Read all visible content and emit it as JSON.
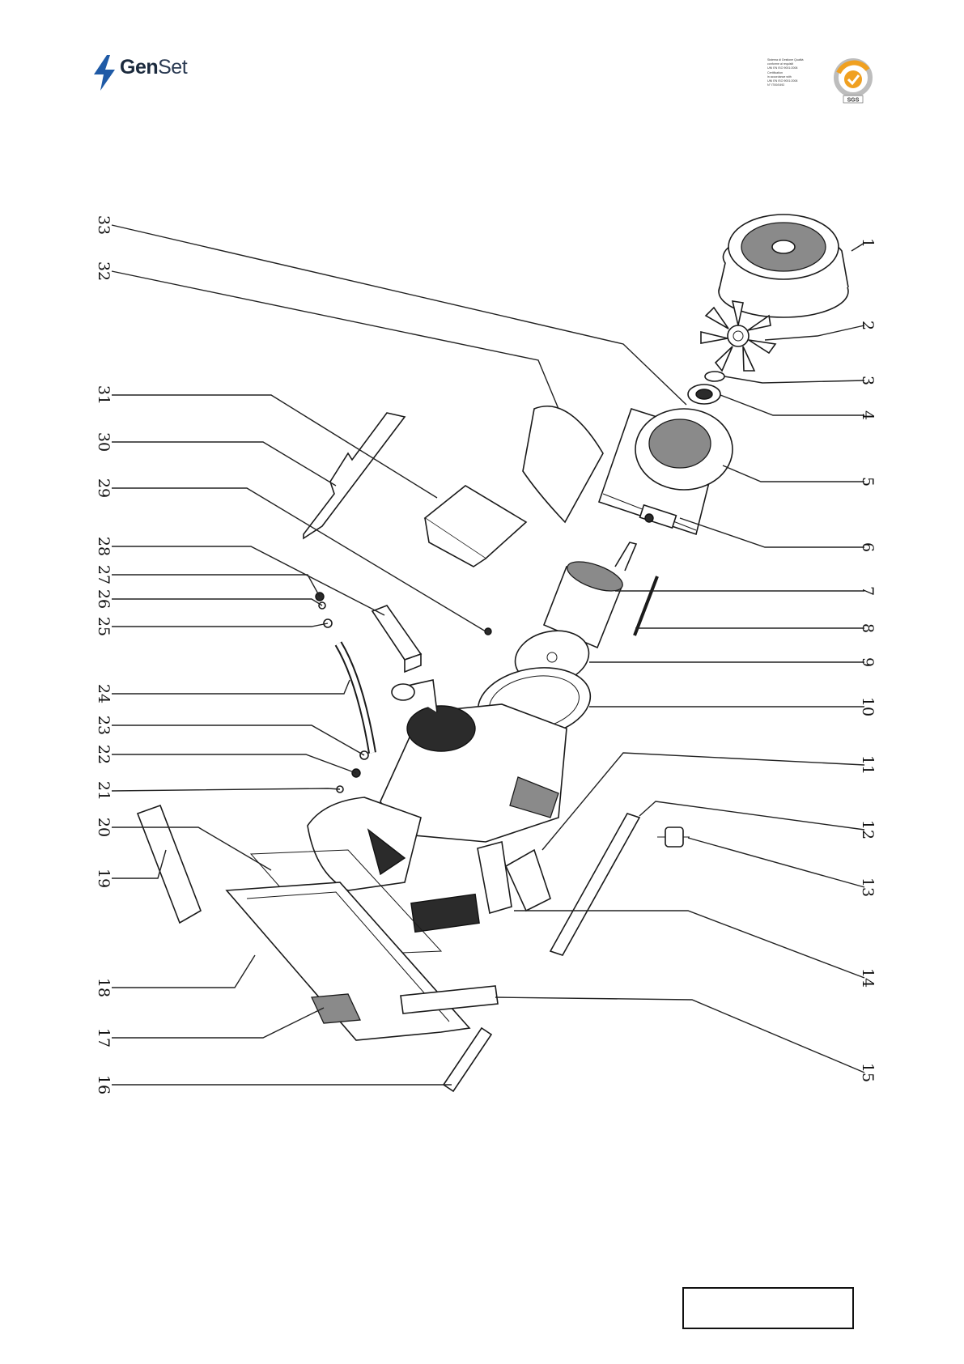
{
  "header": {
    "brand": {
      "part1": "Gen",
      "part2": "Set"
    },
    "certification": {
      "lines": [
        "Sistema di Gestione Qualità",
        "conforme ai requisiti",
        "UNI EN ISO 9001:2008",
        "Certification",
        "in accordance with",
        "UNI EN ISO 9001:2008",
        "N° IT00/0492"
      ],
      "badge_label": "SGS"
    }
  },
  "callouts": [
    "1",
    "2",
    "3",
    "4",
    "5",
    "6",
    "7",
    "8",
    "9",
    "10",
    "11",
    "12",
    "13",
    "14",
    "15",
    "16",
    "17",
    "18",
    "19",
    "20",
    "21",
    "22",
    "23",
    "24",
    "25",
    "26",
    "27",
    "28",
    "29",
    "30",
    "31",
    "32",
    "33"
  ],
  "footer": {
    "page_box_text": ""
  }
}
